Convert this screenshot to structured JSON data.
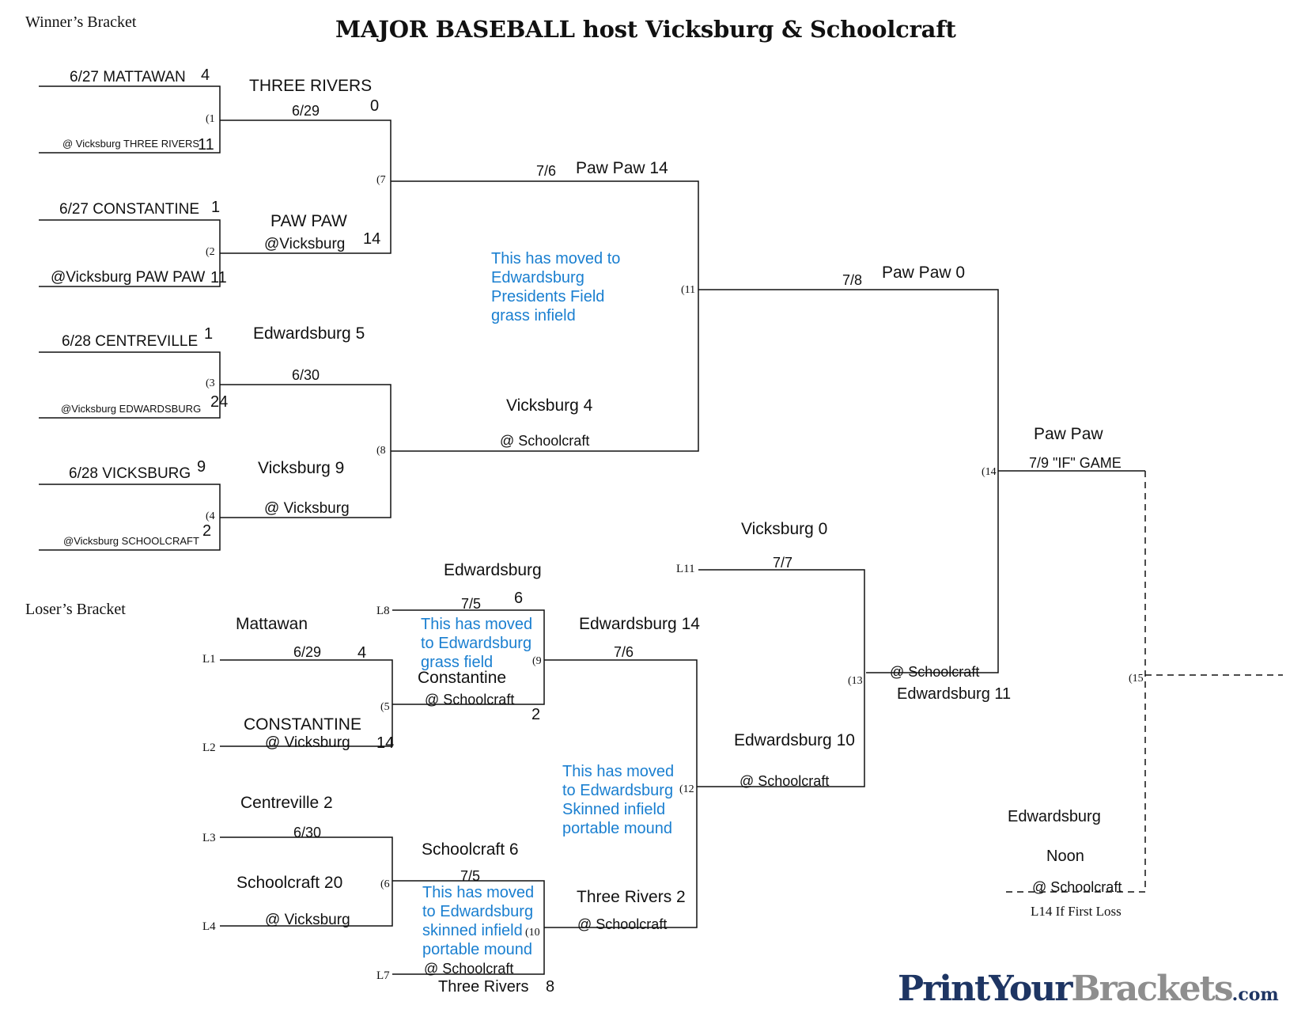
{
  "header": {
    "title": "MAJOR BASEBALL host Vicksburg & Schoolcraft",
    "winners_bracket_label": "Winner’s Bracket",
    "losers_bracket_label": "Loser’s Bracket"
  },
  "winners": {
    "r1": {
      "g1_top": "6/27 MATTAWAN",
      "g1_top_score": "4",
      "g1_bottom": "@ Vicksburg THREE RIVERS",
      "g1_bottom_score": "11",
      "g2_top": "6/27 CONSTANTINE",
      "g2_top_score": "1",
      "g2_bottom": "@Vicksburg PAW PAW",
      "g2_bottom_score": "11",
      "g3_top": "6/28 CENTREVILLE",
      "g3_top_score": "1",
      "g3_bottom": "@Vicksburg EDWARDSBURG",
      "g3_bottom_score": "24",
      "g4_top": "6/28 VICKSBURG",
      "g4_top_score": "9",
      "g4_bottom": "@Vicksburg SCHOOLCRAFT",
      "g4_bottom_score": "2"
    },
    "r2": {
      "g1_winner": "THREE RIVERS",
      "g1_date": "6/29",
      "g1_score": "0",
      "g2_winner": "PAW PAW",
      "g2_location": "@Vicksburg",
      "g2_score": "14",
      "g3_winner": "Edwardsburg 5",
      "g3_date": "6/30",
      "g4_winner": "Vicksburg 9",
      "g4_location": "@ Vicksburg"
    },
    "r3": {
      "g7_date": "7/6",
      "g7_winner": "Paw Paw  14",
      "g8_winner": "Vicksburg  4",
      "g8_location": "@ Schoolcraft"
    },
    "r4": {
      "g11_date": "7/8",
      "g11_winner": "Paw Paw 0"
    },
    "final": {
      "winner": "Paw Paw",
      "if_game": "7/9 \"IF\" GAME"
    }
  },
  "losers": {
    "r1": {
      "l5_top": "Mattawan",
      "l5_date": "6/29",
      "l5_top_score": "4",
      "l5_bottom": "CONSTANTINE",
      "l5_location": "@ Vicksburg",
      "l5_bottom_score": "14",
      "l6_top": "Centreville 2",
      "l6_date": "6/30",
      "l6_bottom": "Schoolcraft  20",
      "l6_location": "@ Vicksburg"
    },
    "r2": {
      "g9_top": "Edwardsburg",
      "g9_date": "7/5",
      "g9_top_score": "6",
      "g9_bottom": "Constantine",
      "g9_location": "@ Schoolcraft",
      "g9_bottom_score": "2",
      "g10_top": "Schoolcraft  6",
      "g10_date": "7/5",
      "g10_location": "@ Schoolcraft",
      "g10_bottom": "Three Rivers",
      "g10_bottom_score": "8"
    },
    "r3": {
      "g12_top": "Edwardsburg  14",
      "g12_date": "7/6",
      "g12_bottom": "Three Rivers  2",
      "g12_location": "@ Schoolcraft"
    },
    "r4": {
      "g13_top": "Vicksburg 0",
      "g13_date": "7/7",
      "g13_bottom": "Edwardsburg 10",
      "g13_location": "@ Schoolcraft"
    },
    "r5": {
      "g14_location": "@ Schoolcraft",
      "g14_winner": "Edwardsburg  11"
    },
    "final": {
      "team": "Edwardsburg",
      "time": "Noon",
      "location": "@ Schoolcraft",
      "note": "L14 If First Loss"
    }
  },
  "game_tags": {
    "g1": "(1",
    "g2": "(2",
    "g3": "(3",
    "g4": "(4",
    "g5": "(5",
    "g6": "(6",
    "g7": "(7",
    "g8": "(8",
    "g9": "(9",
    "g10": "(10",
    "g11": "(11",
    "g12": "(12",
    "g13": "(13",
    "g14": "(14",
    "g15": "(15",
    "l1": "L1",
    "l2": "L2",
    "l3": "L3",
    "l4": "L4",
    "l7": "L7",
    "l8": "L8",
    "l11": "L11"
  },
  "notes": {
    "n1": [
      "This has moved to",
      "Edwardsburg",
      "Presidents Field",
      "grass infield"
    ],
    "n2": [
      "This has moved",
      "to Edwardsburg",
      "grass field"
    ],
    "n3": [
      "This has moved",
      "to Edwardsburg",
      "Skinned infield",
      "portable mound"
    ],
    "n4": [
      "This has moved",
      "to Edwardsburg",
      "skinned infield",
      "portable mound"
    ]
  },
  "logo": {
    "part1": "PrintYour",
    "part2": "Brackets",
    "part3": ".com"
  },
  "colors": {
    "note_blue": "#1a7fd0",
    "logo_navy": "#1e3563",
    "logo_gray": "#8e8e8e",
    "line": "#111111"
  }
}
